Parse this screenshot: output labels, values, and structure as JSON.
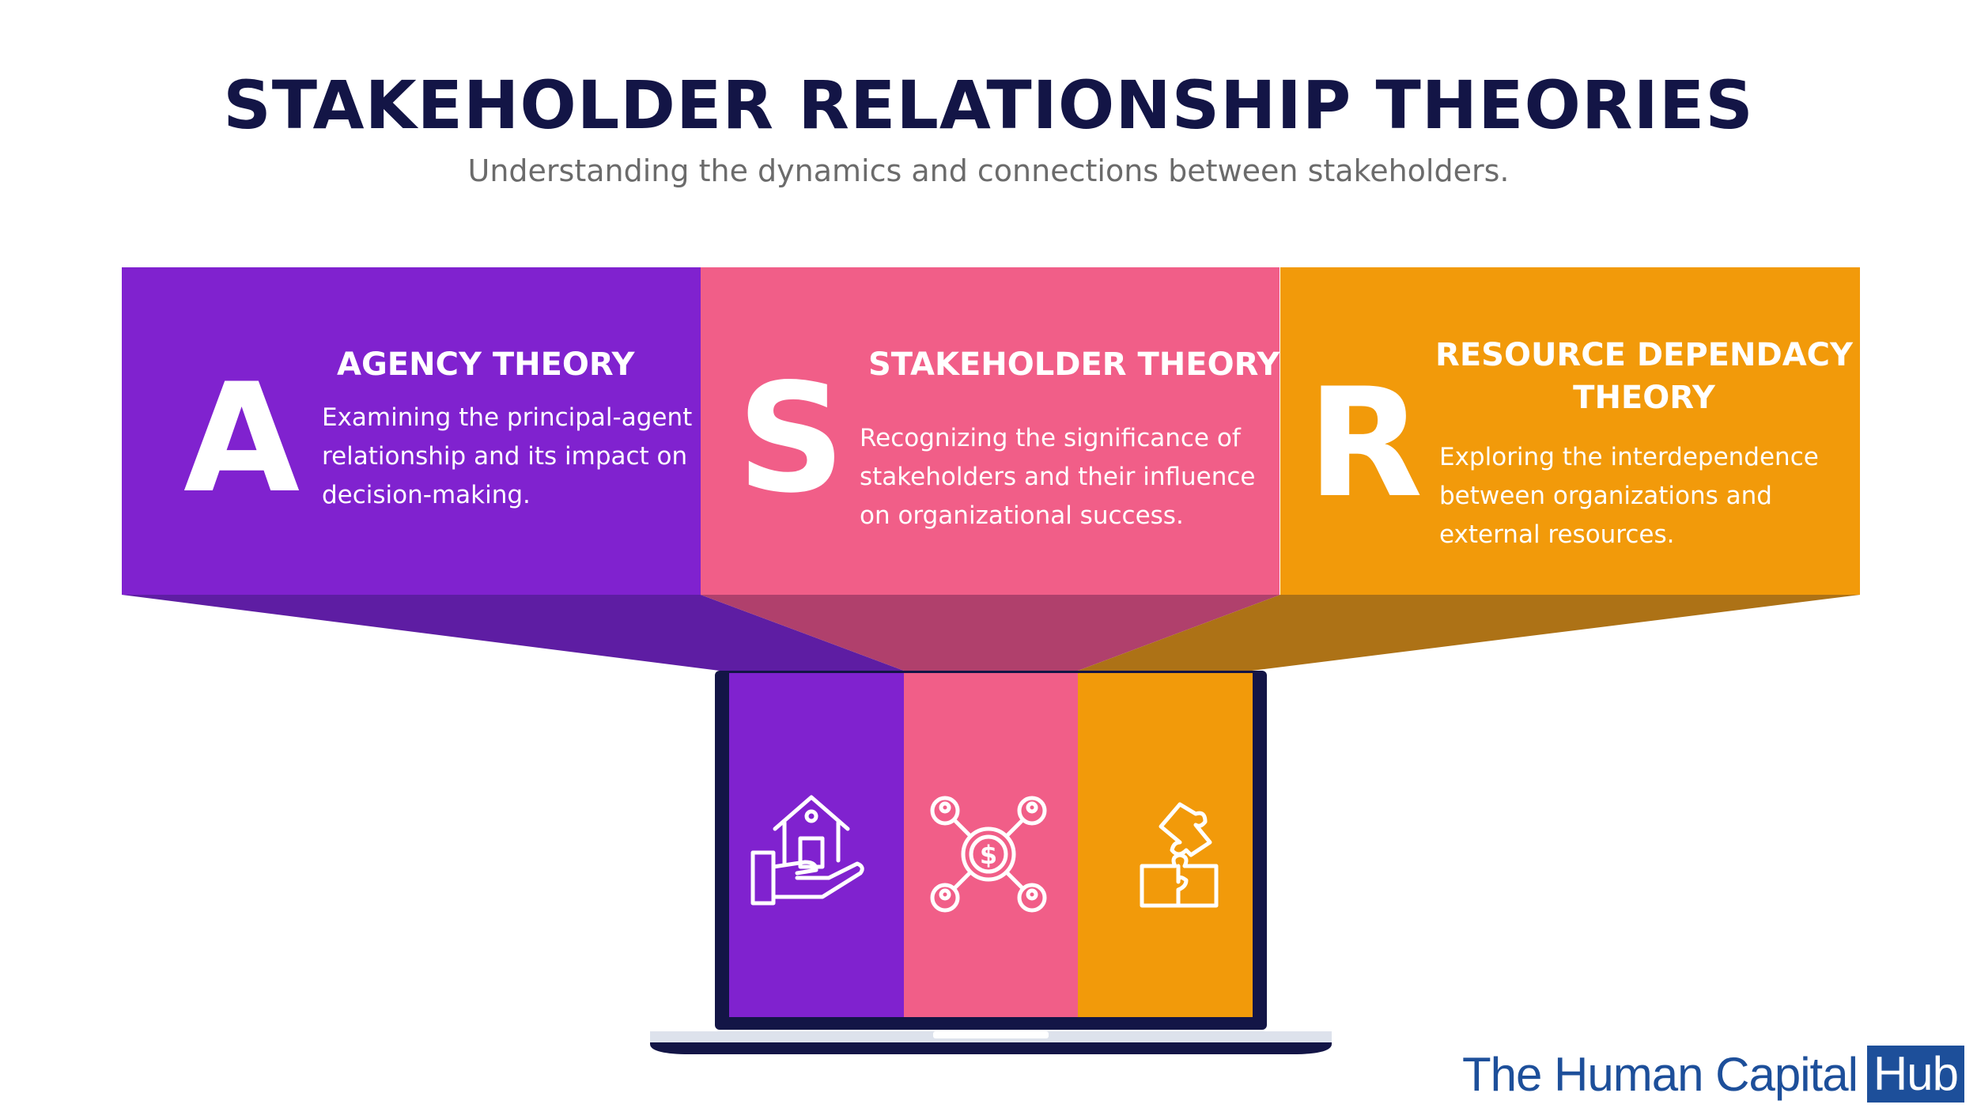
{
  "header": {
    "title": "STAKEHOLDER RELATIONSHIP THEORIES",
    "subtitle": "Understanding the dynamics and connections between stakeholders."
  },
  "theories": [
    {
      "letter": "A",
      "heading": "AGENCY THEORY",
      "description": "Examining the principal-agent relationship and its impact on decision-making.",
      "color": "#8022cf",
      "icon": "house-in-hand-icon"
    },
    {
      "letter": "S",
      "heading": "STAKEHOLDER THEORY",
      "description": "Recognizing the significance of stakeholders and their influence on organizational success.",
      "color": "#f15e88",
      "icon": "stakeholder-network-icon"
    },
    {
      "letter": "R",
      "heading": "RESOURCE DEPENDACY THEORY",
      "description": "Exploring the interdependence between organizations and external resources.",
      "color": "#f29a0a",
      "icon": "puzzle-pieces-icon"
    }
  ],
  "brand": {
    "name": "The Human Capital",
    "badge": "Hub",
    "color": "#1d4f9a"
  },
  "colors": {
    "title": "#131546",
    "laptop_frame": "#131546",
    "laptop_base": "#dde2ec"
  }
}
